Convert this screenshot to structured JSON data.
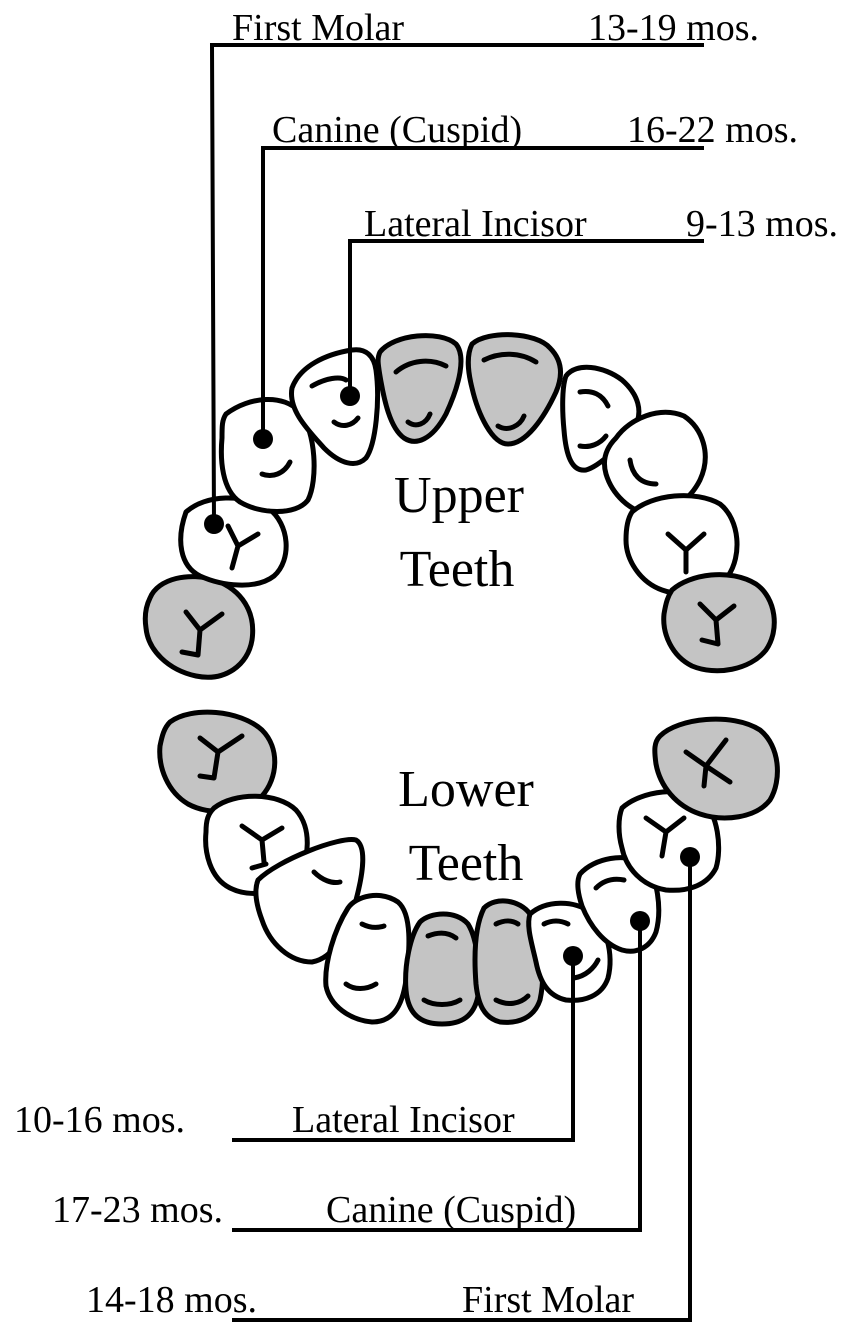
{
  "diagram": {
    "upper_label": [
      "Upper",
      "Teeth"
    ],
    "lower_label": [
      "Lower",
      "Teeth"
    ],
    "colors": {
      "erupted_shade": "#c4c4c4",
      "outline": "#000000",
      "highlight_fill": "#ffffff"
    },
    "upper_callouts": [
      {
        "tooth": "First Molar",
        "age": "13-19 mos."
      },
      {
        "tooth": "Canine (Cuspid)",
        "age": "16-22 mos."
      },
      {
        "tooth": "Lateral Incisor",
        "age": "9-13 mos."
      }
    ],
    "lower_callouts": [
      {
        "tooth": "Lateral Incisor",
        "age": "10-16 mos."
      },
      {
        "tooth": "Canine (Cuspid)",
        "age": "17-23 mos."
      },
      {
        "tooth": "First Molar",
        "age": "14-18 mos."
      }
    ]
  }
}
